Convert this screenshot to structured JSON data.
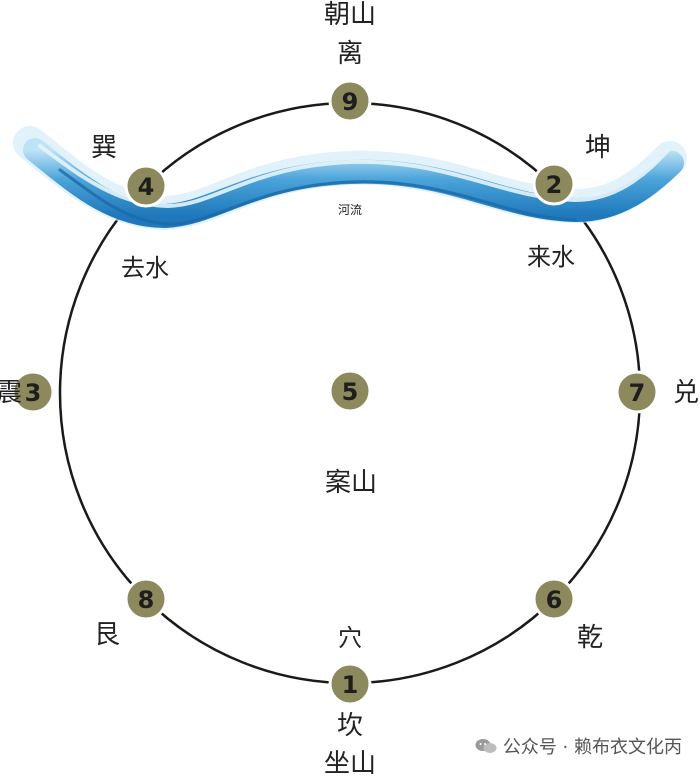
{
  "center_number": "5",
  "center_label": "案山",
  "river_label": "河流",
  "top_labels": {
    "line1": "朝山",
    "line2": "离"
  },
  "bottom_labels": {
    "xue": "穴",
    "line1": "坎",
    "line2": "坐山"
  },
  "water_labels": {
    "out": "去水",
    "in": "来水"
  },
  "nodes": [
    {
      "id": "top",
      "number": "9",
      "label": ""
    },
    {
      "id": "upper-right",
      "number": "2",
      "label": "坤"
    },
    {
      "id": "right",
      "number": "7",
      "label": "兑"
    },
    {
      "id": "lower-right",
      "number": "6",
      "label": "乾"
    },
    {
      "id": "bottom",
      "number": "1",
      "label": ""
    },
    {
      "id": "lower-left",
      "number": "8",
      "label": "艮"
    },
    {
      "id": "left",
      "number": "3",
      "label": "震"
    },
    {
      "id": "upper-left",
      "number": "4",
      "label": "巽"
    }
  ],
  "watermark": "公众号 · 赖布衣文化丙",
  "colors": {
    "node_fill": "#8c8a5c",
    "node_stroke": "#ffffff",
    "circle_stroke": "#1a1a1a",
    "river_dark": "#2f86c6",
    "river_light": "#9fd0ee"
  }
}
